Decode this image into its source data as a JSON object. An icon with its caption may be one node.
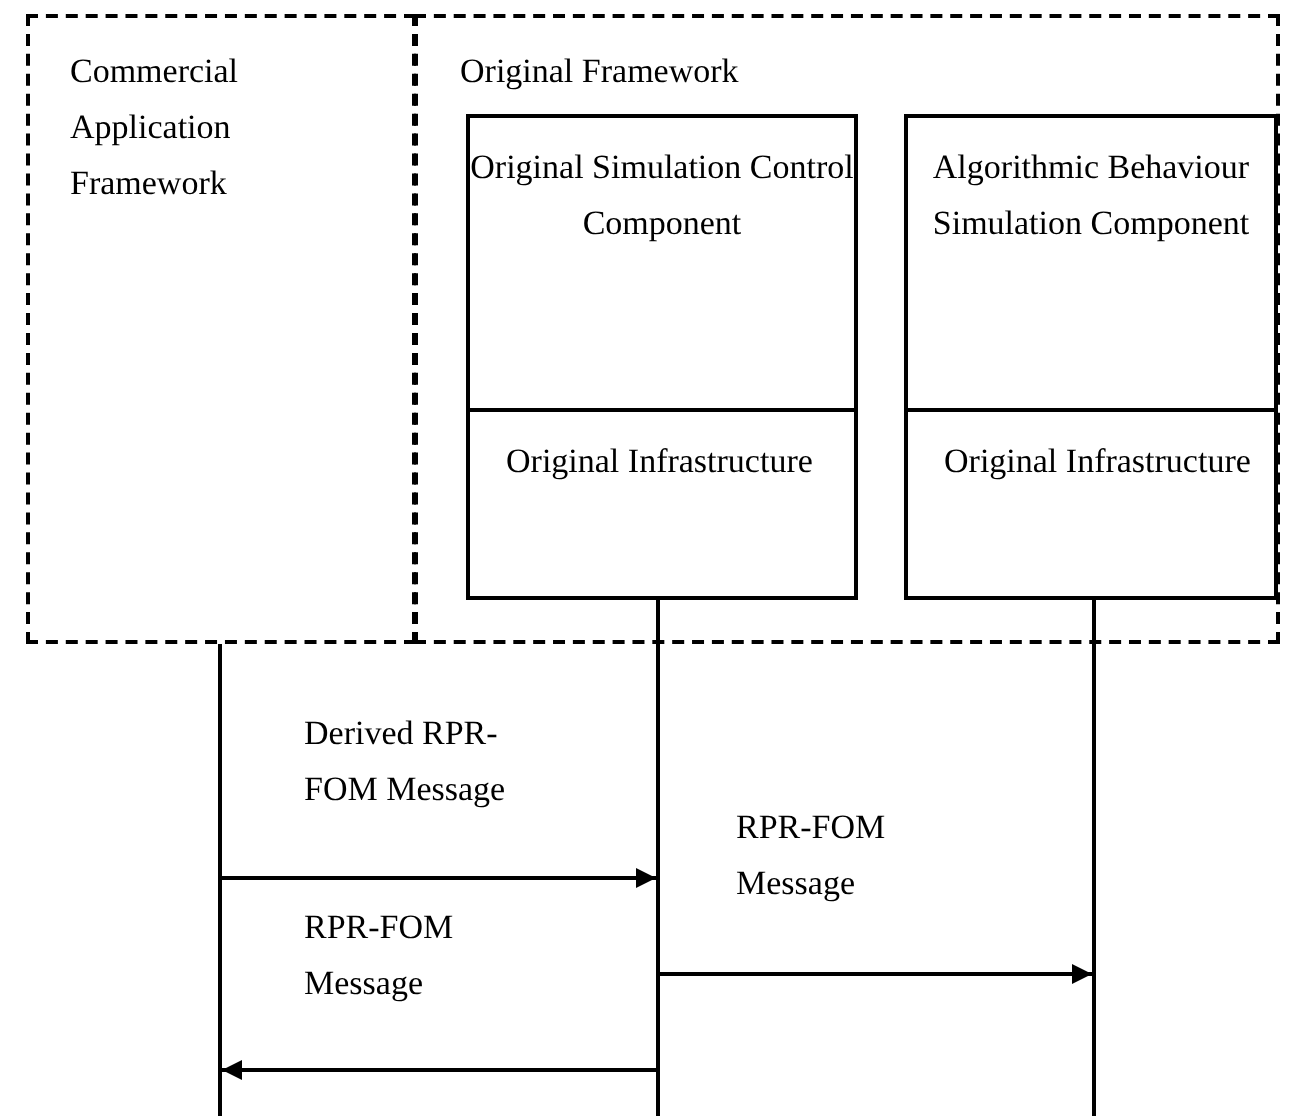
{
  "diagram": {
    "nodes": [
      {
        "text": [
          "Commercial Application Framework"
        ]
      },
      {
        "text": [
          "Original Framework"
        ]
      },
      {
        "text": [
          "Original Simulation Control Component"
        ],
        "in": 1
      },
      {
        "text": [
          "Original Infrastructure"
        ],
        "in": 2
      },
      {
        "text": [
          "Algorithmic Behaviour Simulation Component"
        ],
        "in": 1
      },
      {
        "text": [
          "Original Infrastructure"
        ],
        "in": 4
      },
      {
        "text": [],
        "shape": "bar"
      },
      {
        "text": [],
        "shape": "bar"
      },
      {
        "text": [],
        "shape": "bar"
      }
    ],
    "edges": [
      {
        "from": 0,
        "to": 6,
        "arrow": "none"
      },
      {
        "from": 3,
        "to": 7,
        "arrow": "none"
      },
      {
        "from": 5,
        "to": 8,
        "arrow": "none"
      },
      {
        "from": 6,
        "to": 7,
        "arrow": "to",
        "label": "Derived RPR-FOM Message"
      },
      {
        "from": 7,
        "to": 8,
        "arrow": "to",
        "label": "RPR-FOM Message"
      },
      {
        "from": 7,
        "to": 6,
        "arrow": "to",
        "label": "RPR-FOM Message"
      }
    ]
  }
}
